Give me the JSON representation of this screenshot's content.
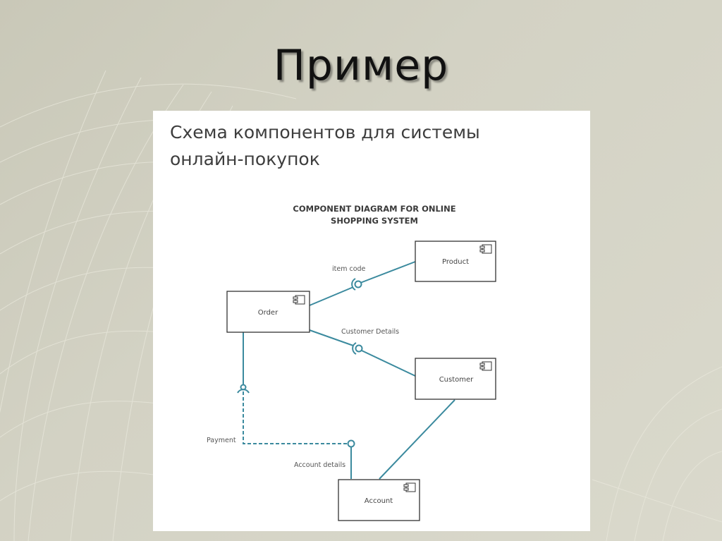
{
  "slide": {
    "title": "Пример"
  },
  "card": {
    "heading_line1": "Схема компонентов для системы",
    "heading_line2": "онлайн-покупок"
  },
  "diagram": {
    "title_line1": "COMPONENT DIAGRAM FOR ONLINE",
    "title_line2": "SHOPPING SYSTEM",
    "components": {
      "order": "Order",
      "product": "Product",
      "customer": "Customer",
      "account": "Account"
    },
    "interfaces": {
      "item_code": "item code",
      "customer_details": "Customer Details",
      "payment": "Payment",
      "account_details": "Account details"
    },
    "colors": {
      "connector": "#3b8a9e",
      "box_border": "#333333"
    },
    "icon": "component-icon"
  }
}
